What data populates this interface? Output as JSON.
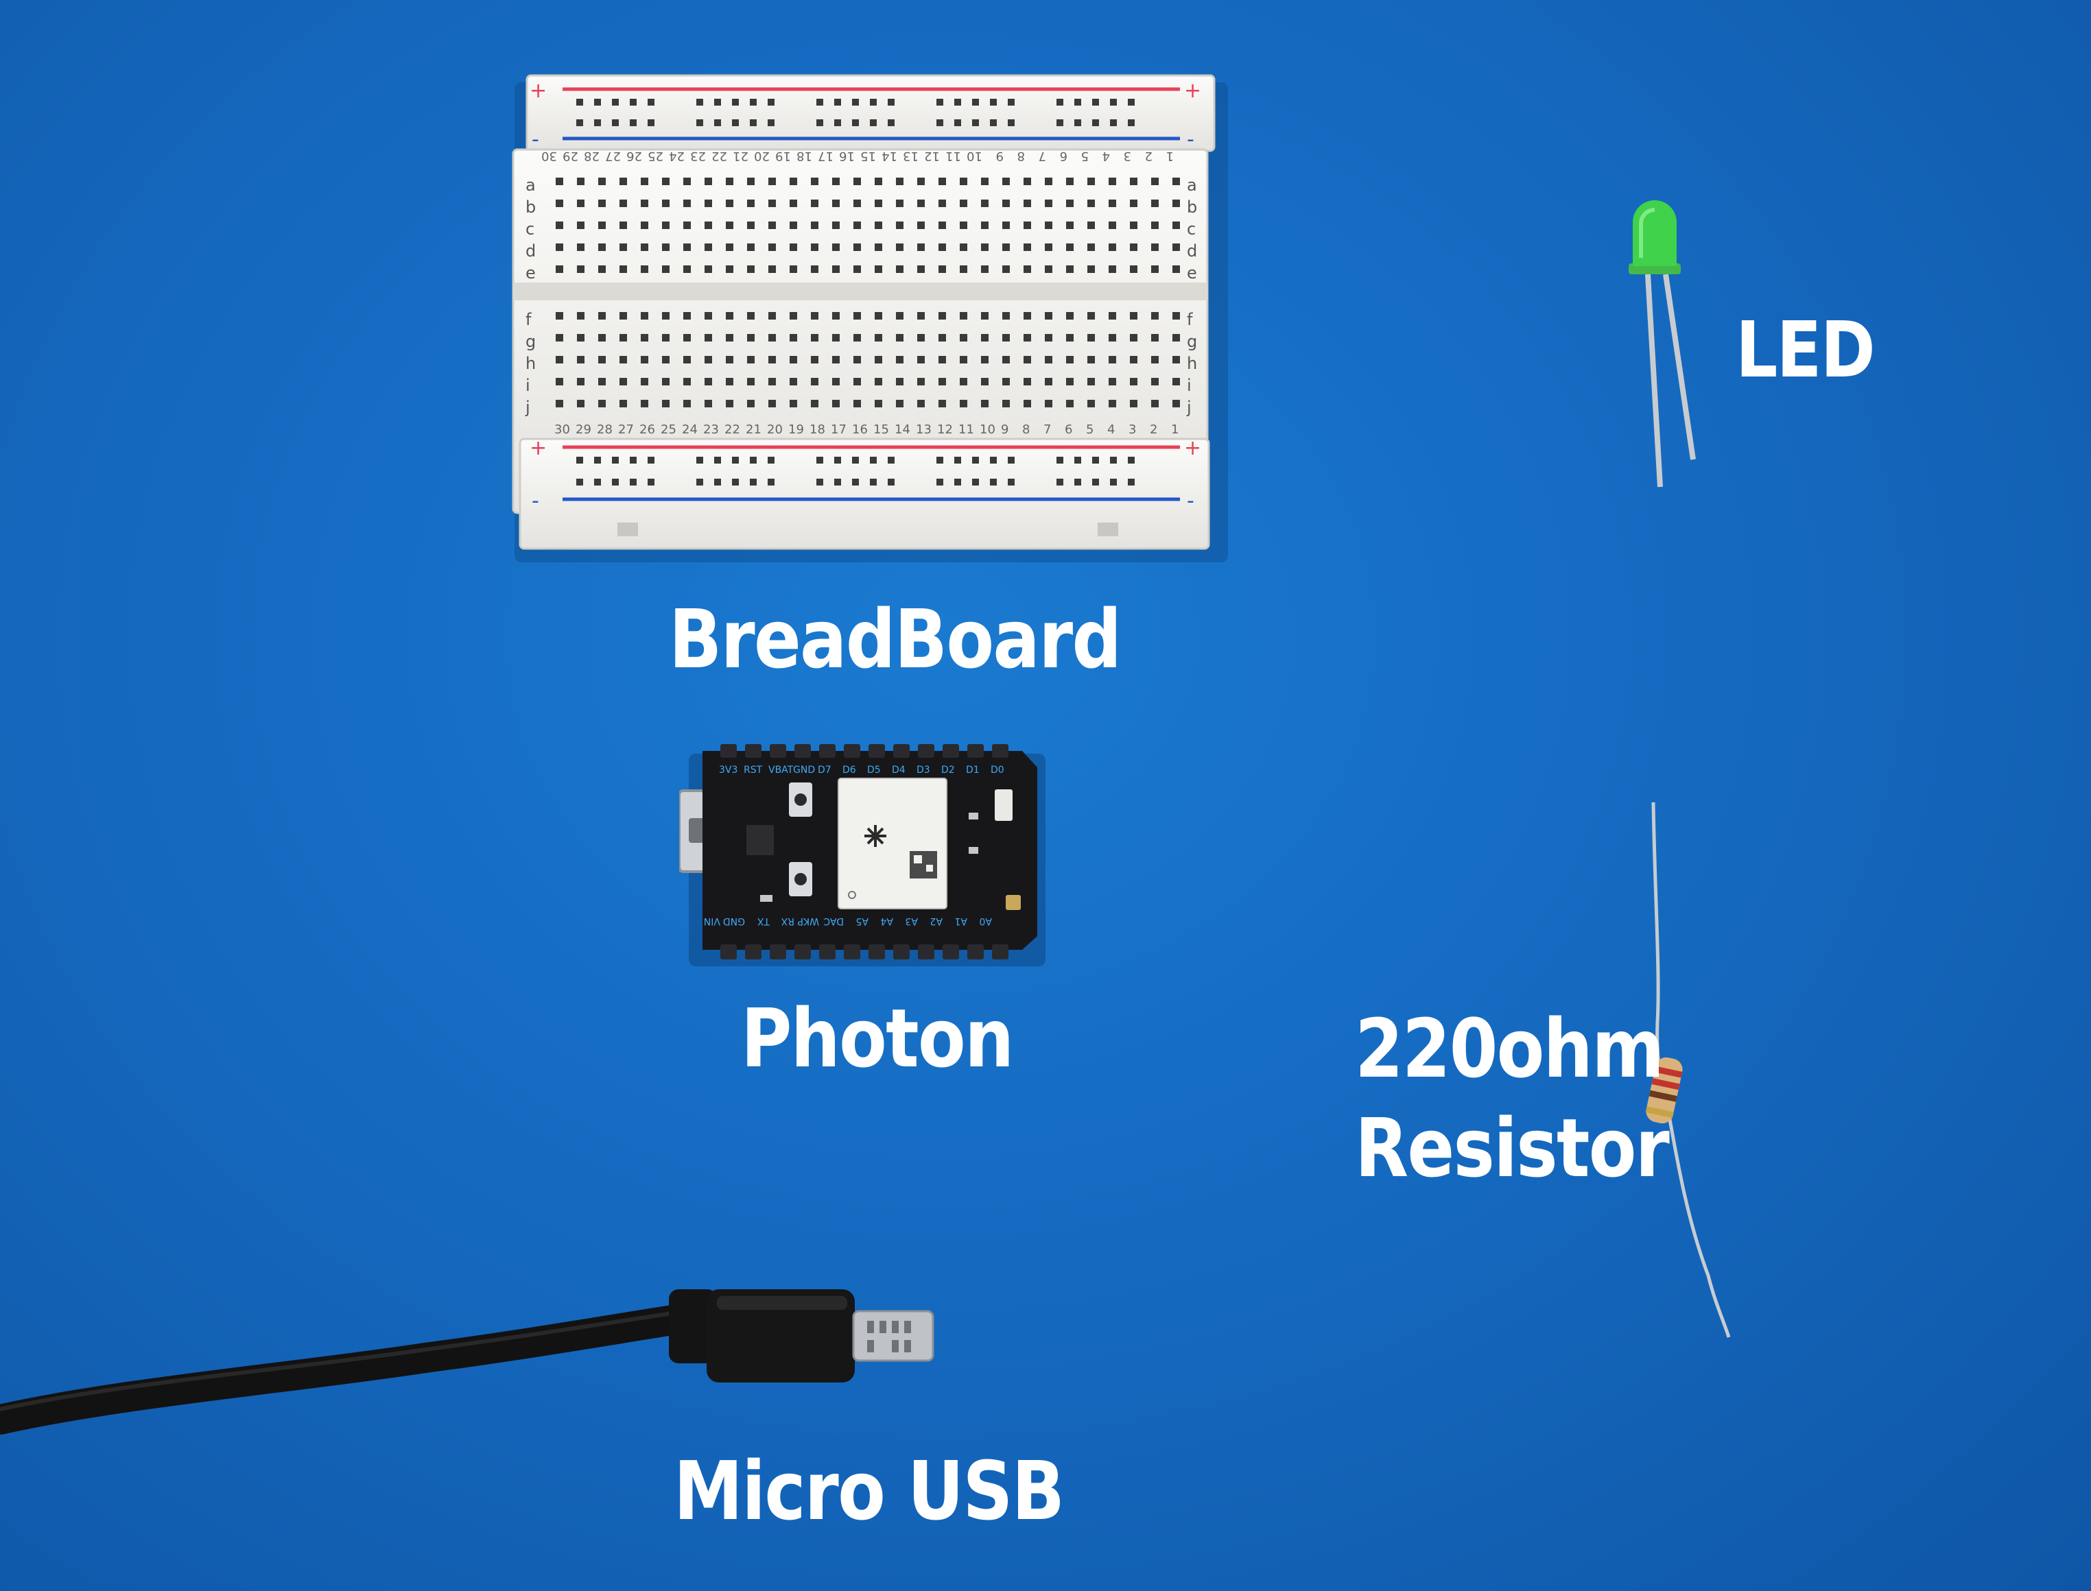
{
  "labels": {
    "breadboard": "BreadBoard",
    "photon": "Photon",
    "micro_usb": "Micro USB",
    "led": "LED",
    "resistor_line1": "220ohm",
    "resistor_line2": "Resistor"
  },
  "breadboard_markings": {
    "plus": "+",
    "minus": "-",
    "rows_top": [
      "a",
      "b",
      "c",
      "d",
      "e"
    ],
    "rows_bottom": [
      "f",
      "g",
      "h",
      "i",
      "j"
    ],
    "columns": 30
  },
  "photon_pins": {
    "top": [
      "3V3",
      "RST",
      "VBAT",
      "GND",
      "D7",
      "D6",
      "D5",
      "D4",
      "D3",
      "D2",
      "D1",
      "D0"
    ],
    "bottom": [
      "VIN",
      "GND",
      "TX",
      "RX",
      "WKP",
      "DAC",
      "A5",
      "A4",
      "A3",
      "A2",
      "A1",
      "A0"
    ]
  },
  "colors": {
    "background": "#1467bd",
    "label_text": "#ffffff",
    "breadboard_body": "#f2f1ee",
    "rail_red": "#e8405a",
    "rail_blue": "#2456c8",
    "pcb": "#17171a",
    "led_green": "#3fd24a",
    "cable": "#161616"
  }
}
